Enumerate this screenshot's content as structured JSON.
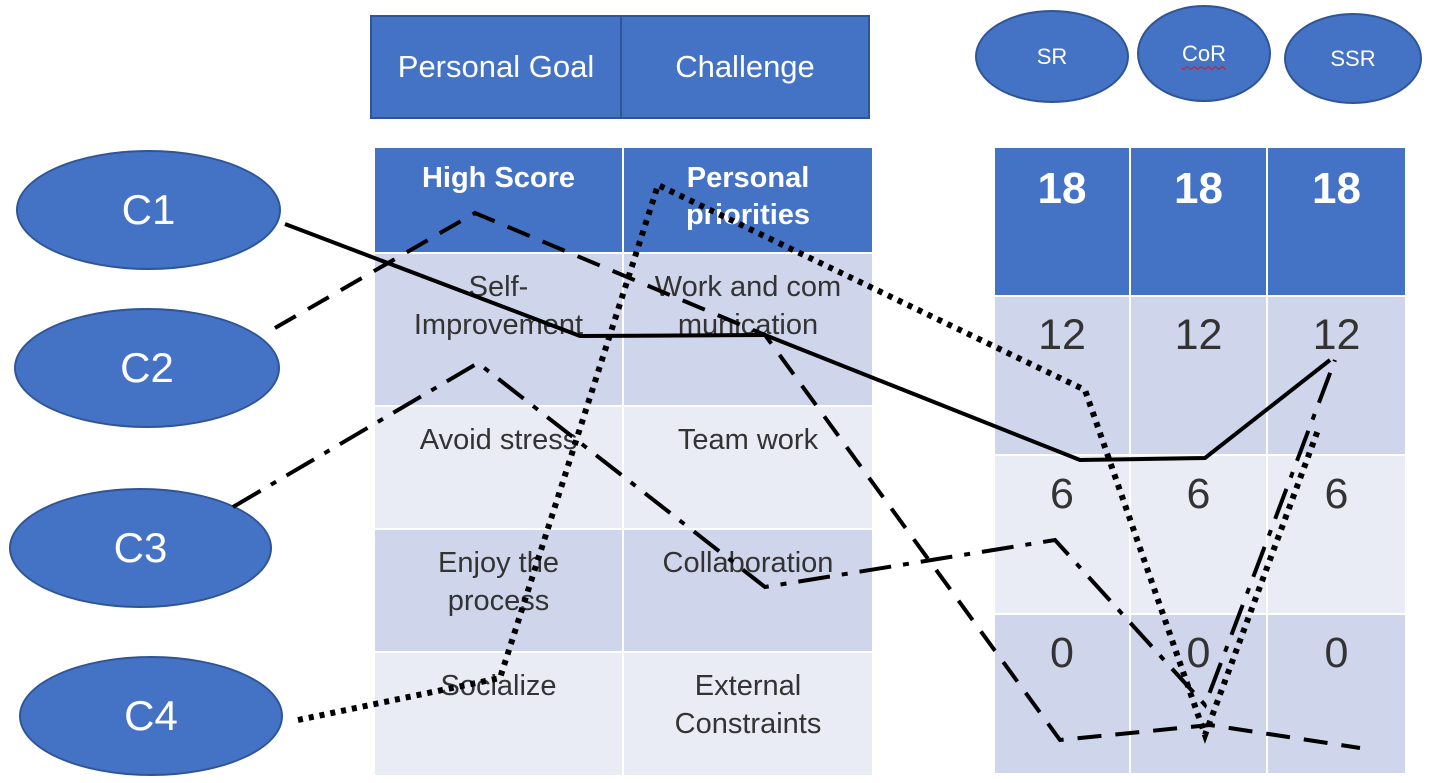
{
  "header": {
    "personal_goal": "Personal Goal",
    "challenge": "Challenge"
  },
  "scales": [
    "SR",
    "CoR",
    "SSR"
  ],
  "table": {
    "headers": [
      "High Score",
      "Personal priorities"
    ],
    "rows": [
      [
        "Self-Improvement",
        "Work and communication"
      ],
      [
        "Avoid stress",
        "Team work"
      ],
      [
        "Enjoy the process",
        "Collaboration"
      ],
      [
        "Socialize",
        "External Constraints"
      ]
    ]
  },
  "scores": {
    "head": [
      "18",
      "18",
      "18"
    ],
    "rows": [
      [
        "12",
        "12",
        "12"
      ],
      [
        "6",
        "6",
        "6"
      ],
      [
        "0",
        "0",
        "0"
      ]
    ]
  },
  "cases": [
    "C1",
    "C2",
    "C3",
    "C4"
  ],
  "colors": {
    "fill": "#4472c4",
    "border": "#2f5597",
    "row_dark": "#cfd5ea",
    "row_light": "#e9ebf5",
    "line": "#000000"
  },
  "line_styles": {
    "C1": "solid",
    "C2": "dashed",
    "C3": "dash-dot",
    "C4": "dotted"
  }
}
